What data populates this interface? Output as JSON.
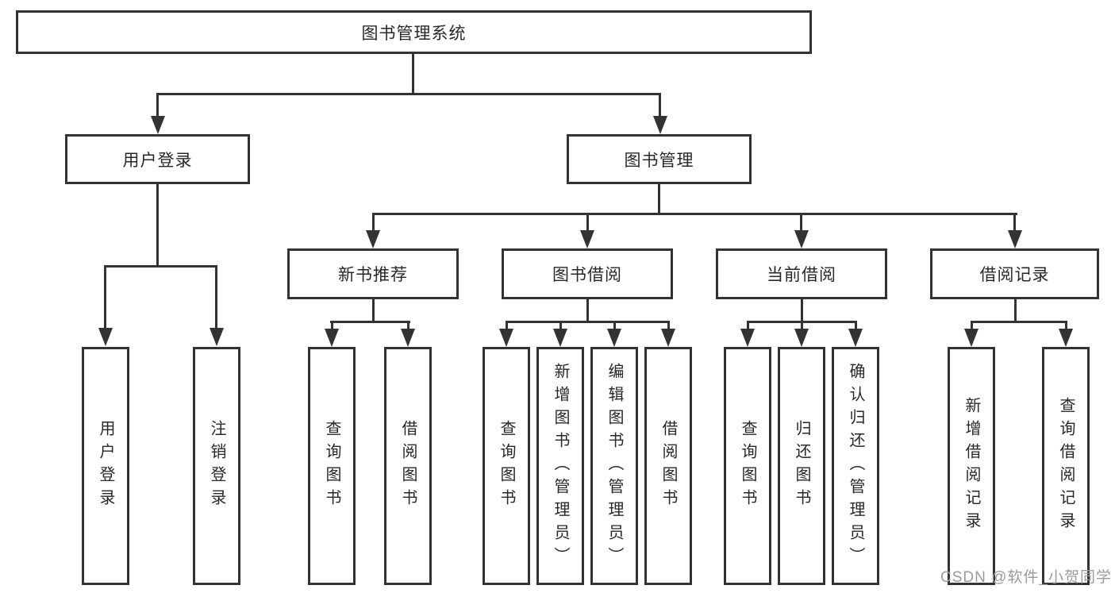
{
  "diagram": {
    "root": "图书管理系统",
    "branches": [
      {
        "label": "用户登录",
        "children": [
          "用户登录",
          "注销登录"
        ]
      },
      {
        "label": "图书管理",
        "children": [
          {
            "label": "新书推荐",
            "children": [
              "查询图书",
              "借阅图书"
            ]
          },
          {
            "label": "图书借阅",
            "children": [
              "查询图书",
              "新增图书（管理员）",
              "编辑图书（管理员）",
              "借阅图书"
            ]
          },
          {
            "label": "当前借阅",
            "children": [
              "查询图书",
              "归还图书",
              "确认归还（管理员）"
            ]
          },
          {
            "label": "借阅记录",
            "children": [
              "新增借阅记录",
              "查询借阅记录"
            ]
          }
        ]
      }
    ],
    "watermark": "CSDN @软件_小贺同学"
  },
  "colors": {
    "line": "#333333",
    "text": "#282828",
    "watermark": "#9b9b9b",
    "background": "#ffffff"
  }
}
